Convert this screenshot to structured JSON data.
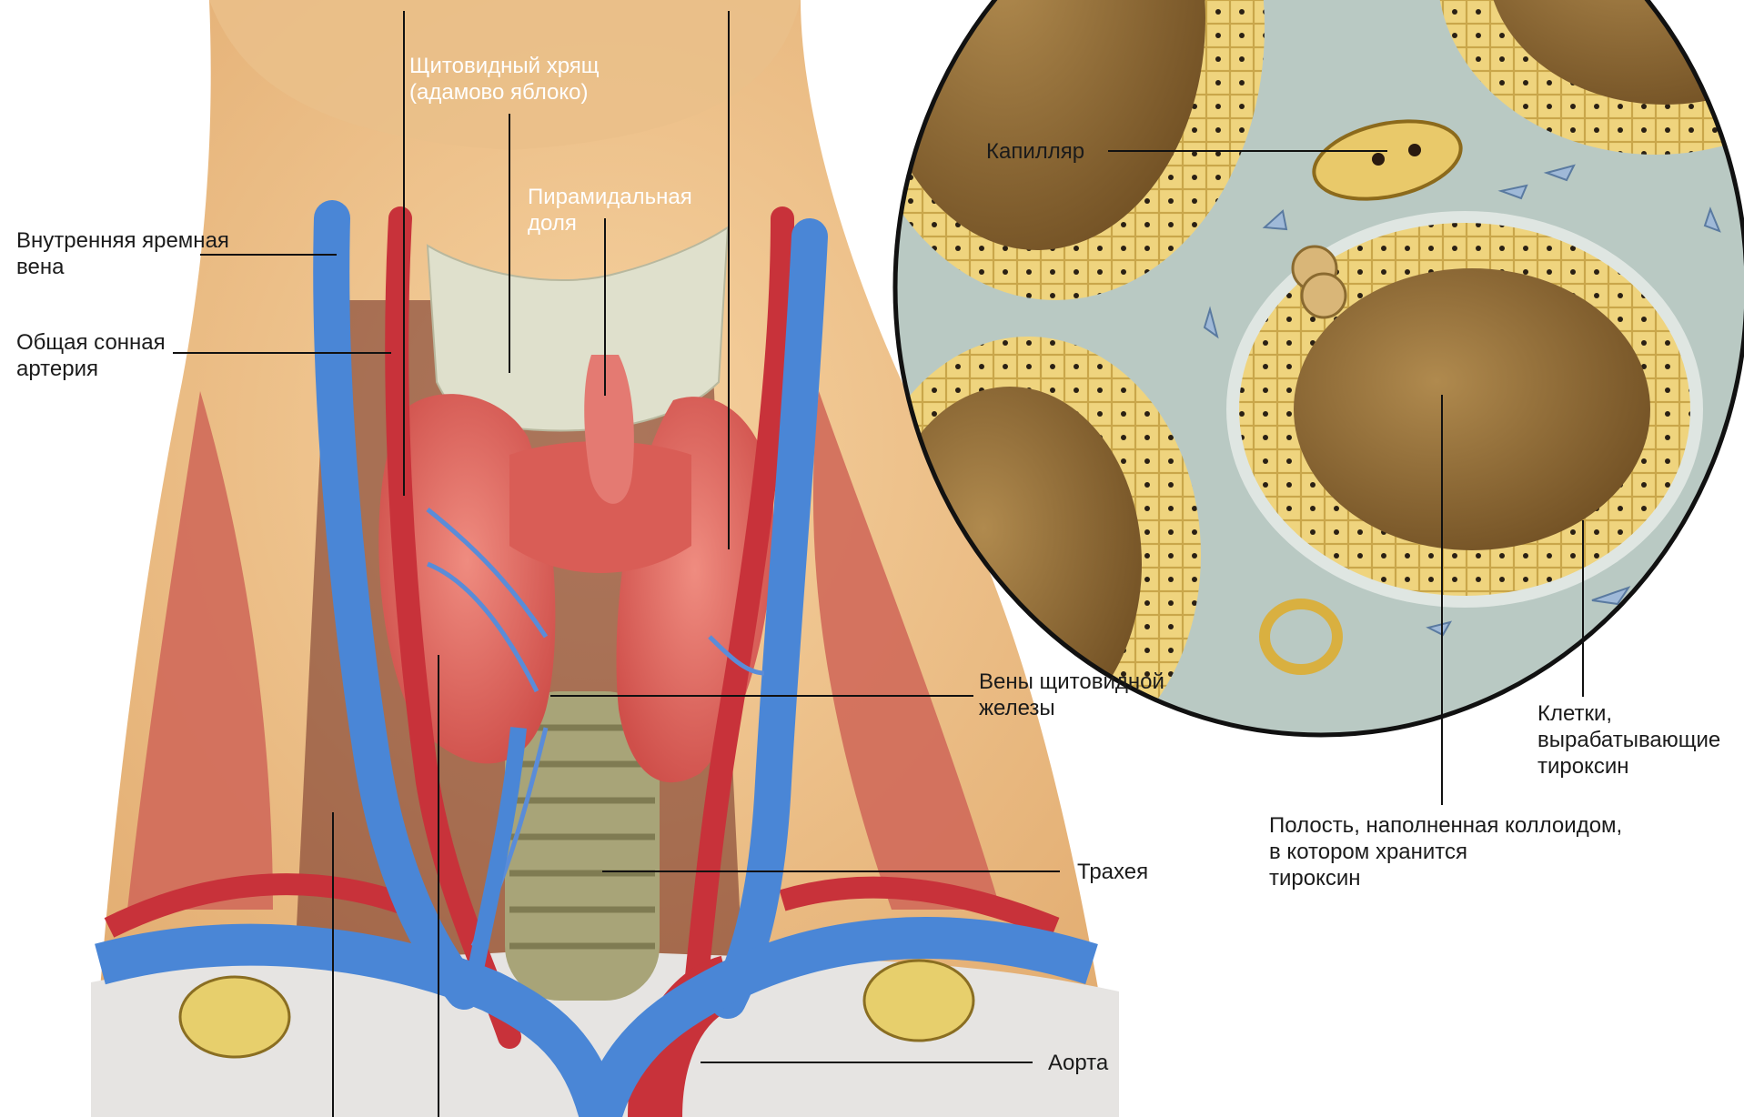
{
  "labels": {
    "thyroid_cartilage": [
      "Щитовидный хрящ",
      "(адамово яблоко)"
    ],
    "pyramidal_lobe": [
      "Пирамидальная",
      "доля"
    ],
    "internal_jugular_vein": [
      "Внутренняя яремная",
      "вена"
    ],
    "common_carotid_artery": [
      "Общая сонная",
      "артерия"
    ],
    "capillary": "Капилляр",
    "thyroid_veins": [
      "Вены щитовидной",
      "железы"
    ],
    "thyroxine_cells": [
      "Клетки,",
      "вырабатывающие",
      "тироксин"
    ],
    "colloid_cavity": [
      "Полость, наполненная коллоидом,",
      "в котором хранится",
      "тироксин"
    ],
    "trachea": "Трахея",
    "aorta": "Аорта"
  },
  "colors": {
    "skin": "#f0c48c",
    "vein": "#4a86d6",
    "artery": "#c8323a",
    "thyroid": "#e2706a",
    "cartilage": "#dfe0cc",
    "trachea": "#a8a478",
    "tissue_bg": "#b9c9c3",
    "follicle_cells": "#ecd27a",
    "colloid": "#8e6a32"
  }
}
